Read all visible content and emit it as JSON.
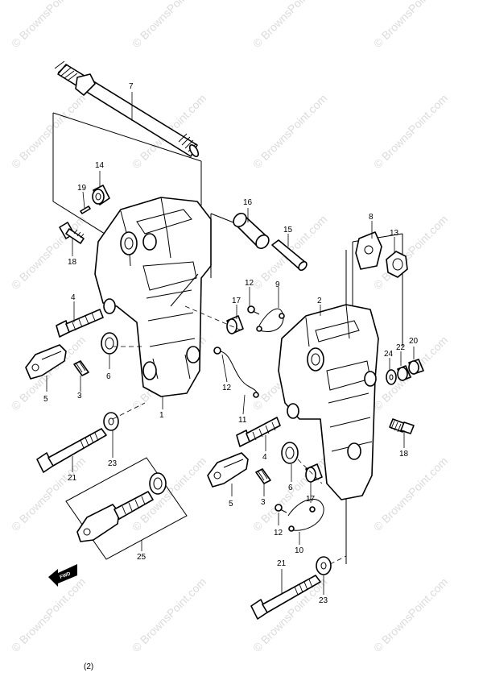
{
  "watermark": "© BrownsPoint.com",
  "fwd_label": "FWD",
  "footer_text": "(2)",
  "callouts": {
    "c1": "1",
    "c2": "2",
    "c3a": "3",
    "c3b": "3",
    "c4a": "4",
    "c4b": "4",
    "c5a": "5",
    "c5b": "5",
    "c6a": "6",
    "c6b": "6",
    "c7": "7",
    "c8": "8",
    "c9": "9",
    "c10": "10",
    "c11": "11",
    "c12a": "12",
    "c12b": "12",
    "c12c": "12",
    "c13": "13",
    "c14": "14",
    "c15": "15",
    "c16": "16",
    "c17a": "17",
    "c17b": "17",
    "c18a": "18",
    "c18b": "18",
    "c19": "19",
    "c20": "20",
    "c21a": "21",
    "c21b": "21",
    "c22": "22",
    "c23a": "23",
    "c23b": "23",
    "c24": "24",
    "c25": "25"
  }
}
